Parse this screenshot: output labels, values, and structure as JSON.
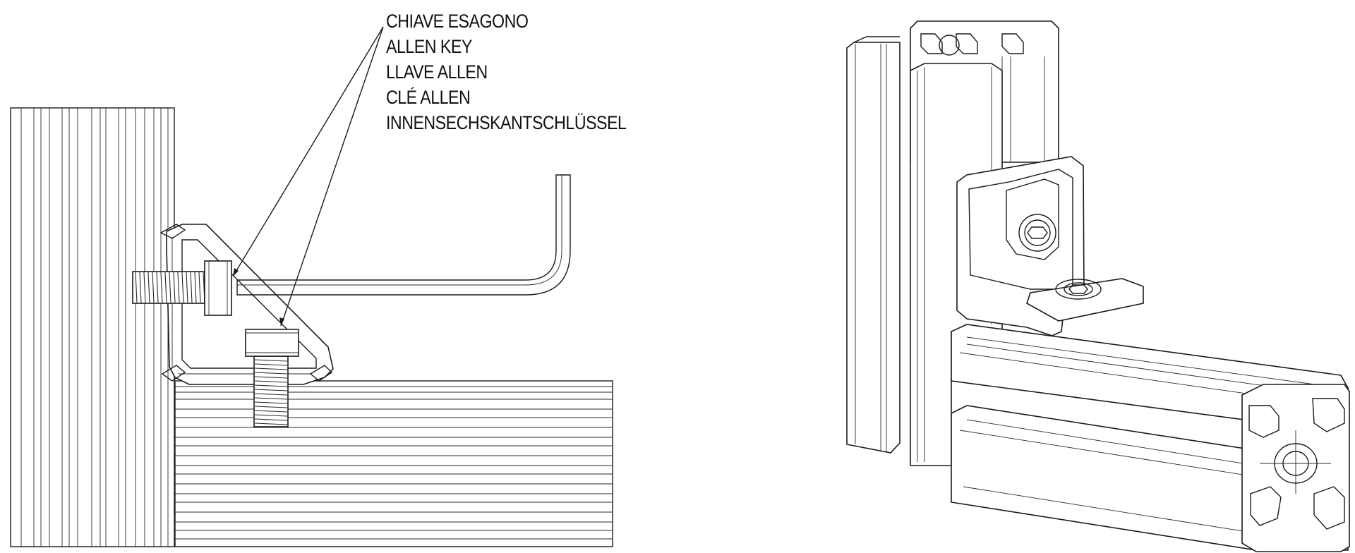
{
  "callout": {
    "labels": [
      "CHIAVE ESAGONO",
      "ALLEN KEY",
      "LLAVE ALLEN",
      "CLÉ ALLEN",
      "INNENSECHSKANTSCHLÜSSEL"
    ]
  },
  "figures": {
    "left": "section-view",
    "right": "isometric-assembly"
  },
  "colors": {
    "line": "#1a1a1a",
    "background": "#ffffff"
  }
}
